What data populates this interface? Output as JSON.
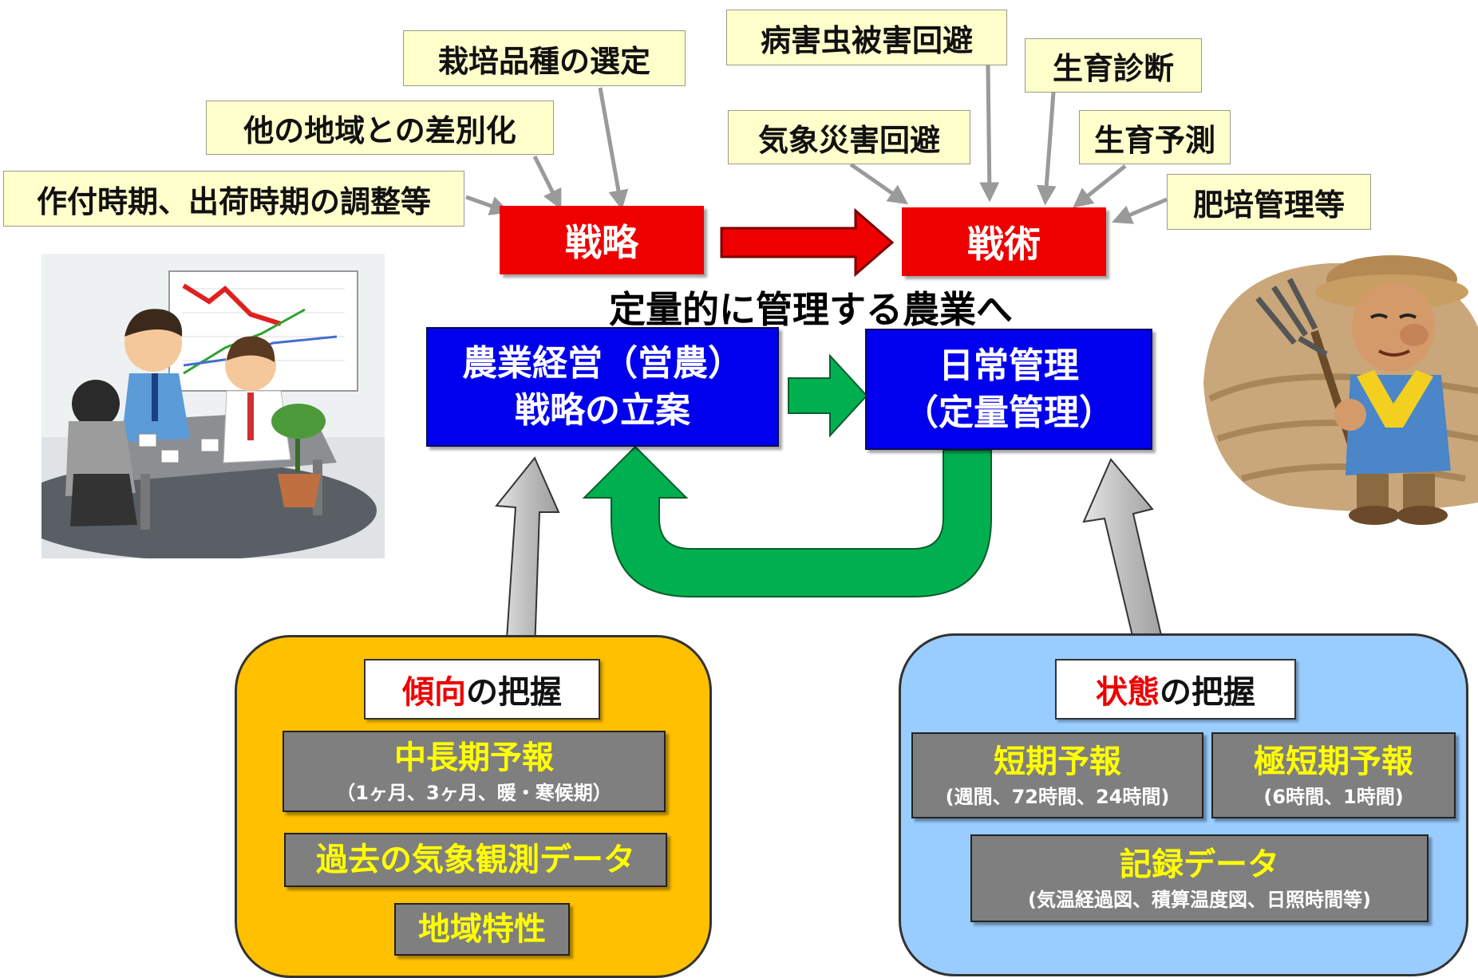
{
  "strategy_factors": [
    "栽培品種の選定",
    "他の地域との差別化",
    "作付時期、出荷時期の調整等"
  ],
  "tactics_factors": [
    "病害虫被害回避",
    "生育診断",
    "気象災害回避",
    "生育予測",
    "肥培管理等"
  ],
  "strategy_label": "戦略",
  "tactics_label": "戦術",
  "heading": "定量的に管理する農業へ",
  "management_box": {
    "line1": "農業経営（営農）",
    "line2": "戦略の立案"
  },
  "daily_box": {
    "line1": "日常管理",
    "line2": "（定量管理）"
  },
  "trend_panel": {
    "title_em": "傾向",
    "title_rest": "の把握",
    "items": [
      {
        "label": "中長期予報",
        "sub": "（1ヶ月、3ヶ月、暖・寒候期）"
      },
      {
        "label": "過去の気象観測データ"
      },
      {
        "label": "地域特性"
      }
    ]
  },
  "state_panel": {
    "title_em": "状態",
    "title_rest": "の把握",
    "items": [
      {
        "label": "短期予報",
        "sub": "(週間、72時間、24時間)"
      },
      {
        "label": "極短期予報",
        "sub": "(6時間、1時間)"
      },
      {
        "label": "記録データ",
        "sub": "(気温経過図、積算温度図、日照時間等)"
      }
    ]
  },
  "colors": {
    "red": "#ee0000",
    "blue": "#0000ee",
    "green": "#00b050",
    "orange_panel": "#ffc000",
    "blue_panel": "#99ccff",
    "item_text": "#ffff00"
  },
  "illustrations": [
    "office-meeting-illustration",
    "farmer-with-pitchfork-illustration"
  ]
}
